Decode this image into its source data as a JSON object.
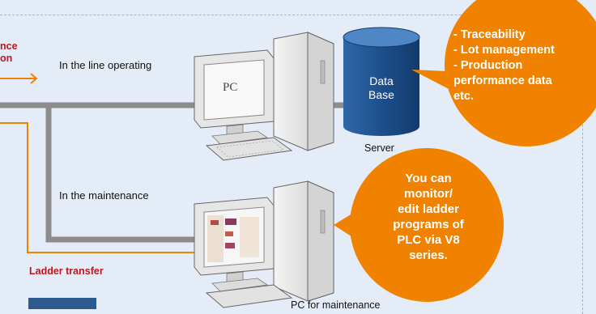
{
  "labels": {
    "top_left_red": "nce\non",
    "line_operating": "In the line operating",
    "maintenance": "In the maintenance",
    "ladder_transfer": "Ladder transfer",
    "pc_screen": "PC",
    "server": "Server",
    "pc_for_maintenance": "PC for maintenance"
  },
  "database": {
    "text": "Data\nBase"
  },
  "bubble_top": {
    "text": "- Traceability\n- Lot management\n- Production\n   performance data\netc."
  },
  "bubble_bottom": {
    "text": "You can\nmonitor/\nedit ladder\nprograms of\nPLC via V8\nseries."
  },
  "colors": {
    "background": "#e4edf7",
    "orange": "#f08200",
    "grey_cable": "#8c8c8c",
    "database_blue": "#1d4f8c",
    "text_red": "#c0161b"
  }
}
